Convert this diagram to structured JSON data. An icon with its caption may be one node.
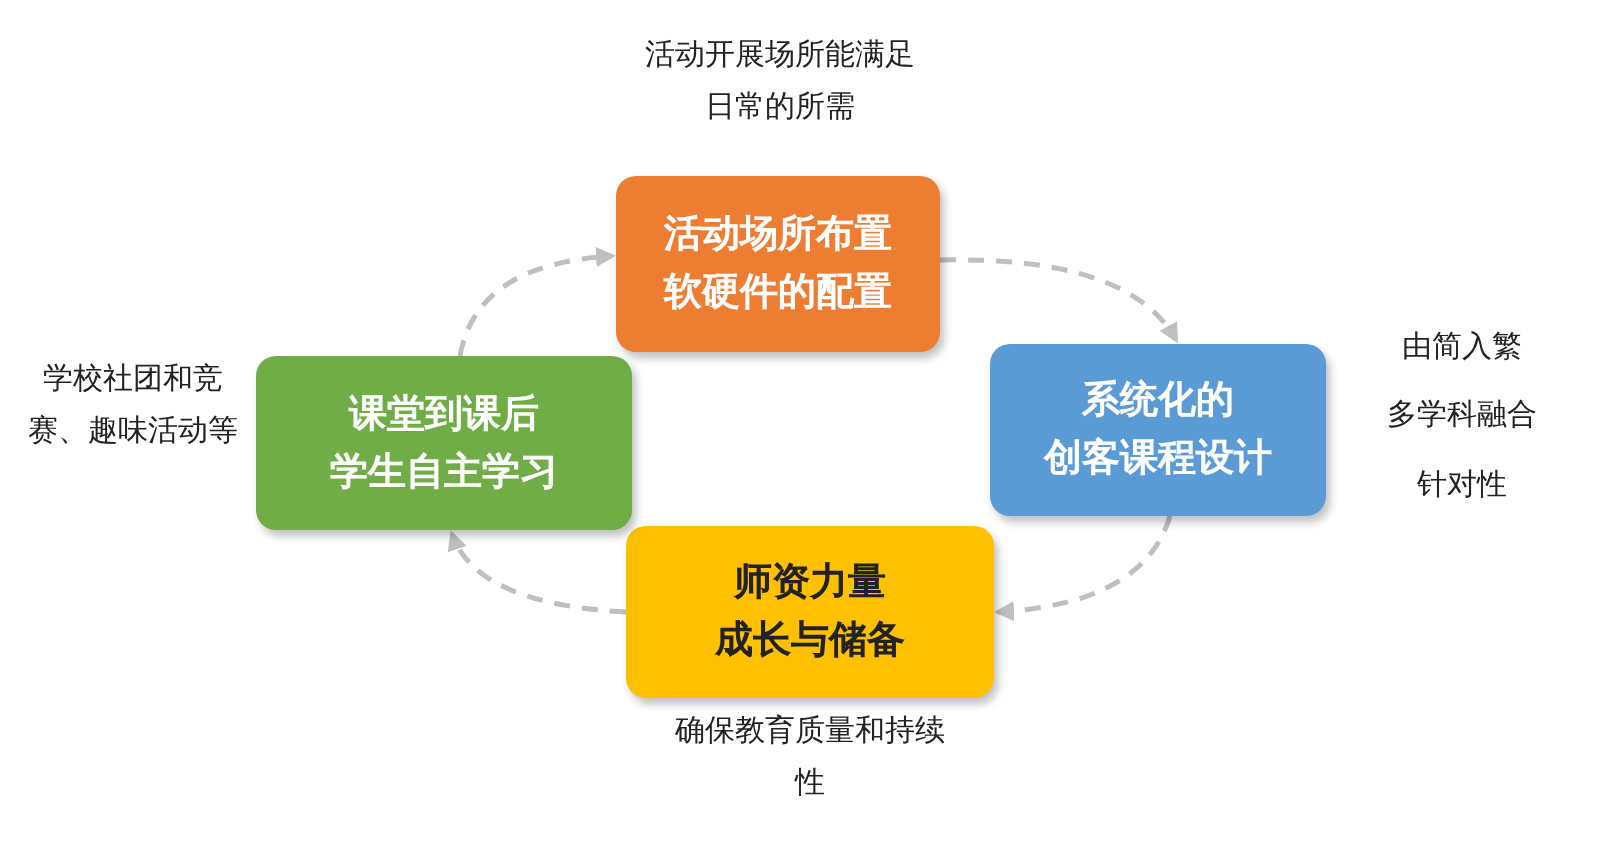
{
  "diagram": {
    "nodes": [
      {
        "text": [
          "活动场所布置",
          "软硬件的配置"
        ],
        "beside": [
          "活动开展场所能满足日常的所需"
        ]
      },
      {
        "text": [
          "系统化的",
          "创客课程设计"
        ],
        "beside": [
          "由简入繁",
          "多学科融合",
          "针对性"
        ]
      },
      {
        "text": [
          "师资力量",
          "成长与储备"
        ],
        "beside": [
          "确保教育质量和持续性"
        ]
      },
      {
        "text": [
          "课堂到课后",
          "学生自主学习"
        ],
        "beside": [
          "学校社团和竞赛、趣味活动等"
        ]
      }
    ],
    "edges": [
      {
        "from": 3,
        "to": 0,
        "arrow": "to",
        "style": "dashed"
      },
      {
        "from": 0,
        "to": 1,
        "arrow": "to",
        "style": "dashed"
      },
      {
        "from": 1,
        "to": 2,
        "arrow": "to",
        "style": "dashed"
      },
      {
        "from": 2,
        "to": 3,
        "arrow": "to",
        "style": "dashed"
      }
    ]
  }
}
